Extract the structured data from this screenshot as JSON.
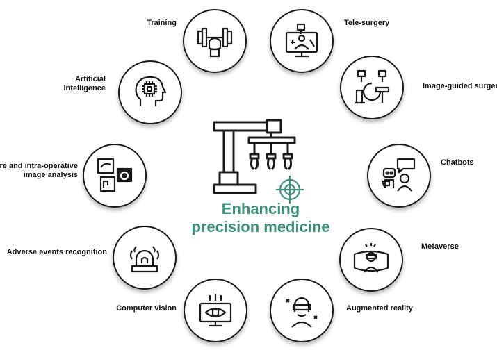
{
  "center": {
    "title_line1": "Enhancing",
    "title_line2": "precision medicine",
    "accent_color": "#3f8f7d"
  },
  "nodes": [
    {
      "id": "training",
      "label": "Training",
      "icon": "kettlebell-icon"
    },
    {
      "id": "tele-surgery",
      "label": "Tele-surgery",
      "icon": "tele-surgery-monitor-icon"
    },
    {
      "id": "ai",
      "label_line1": "Artificial",
      "label_line2": "Intelligence",
      "icon": "brain-chip-icon"
    },
    {
      "id": "image-guided",
      "label": "Image-guided surgery",
      "icon": "surgical-imaging-robot-icon"
    },
    {
      "id": "image-analysis",
      "label_line1": "Pre and intra-operative",
      "label_line2": "image analysis",
      "icon": "medical-images-icon"
    },
    {
      "id": "chatbots",
      "label": "Chatbots",
      "icon": "chatbot-icon"
    },
    {
      "id": "adverse",
      "label": "Adverse events recognition",
      "icon": "alarm-light-icon"
    },
    {
      "id": "metaverse",
      "label": "Metaverse",
      "icon": "vr-metaverse-icon"
    },
    {
      "id": "computer-vision",
      "label": "Computer vision",
      "icon": "eye-chip-monitor-icon"
    },
    {
      "id": "augmented-reality",
      "label": "Augmented reality",
      "icon": "ar-headset-icon"
    }
  ]
}
